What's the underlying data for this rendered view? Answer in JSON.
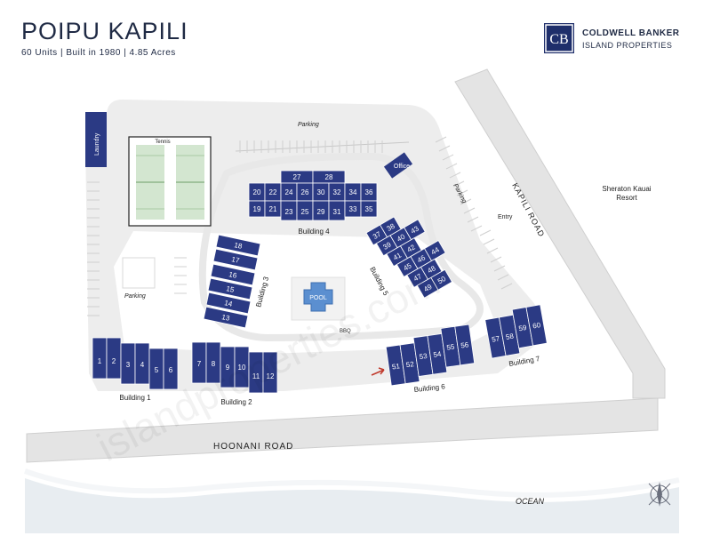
{
  "header": {
    "title": "POIPU KAPILI",
    "subtitle": "60 Units | Built in 1980 | 4.85 Acres"
  },
  "logo": {
    "line1": "COLDWELL BANKER",
    "line2": "ISLAND PROPERTIES",
    "icon": "cb-monogram-icon"
  },
  "map": {
    "roads": {
      "main": "HOONANI ROAD",
      "side": "KAPILI ROAD"
    },
    "labels": {
      "ocean": "OCEAN",
      "resort": "Sheraton Kauai\nResort",
      "entry": "Entry",
      "bbq": "BBQ",
      "pool": "POOL",
      "office": "Office",
      "laundry": "Laundry",
      "tennis": "Tennis",
      "parking": "Parking"
    },
    "buildings": {
      "b1": "Building 1",
      "b2": "Building 2",
      "b3": "Building 3",
      "b4": "Building 4",
      "b5": "Building 5",
      "b6": "Building 6",
      "b7": "Building 7"
    },
    "watermark": "islandproperties.com",
    "colors": {
      "unit": "#2b3a84",
      "path": "#ececec",
      "pool": "#5b8fd0",
      "tennis": "#d3e6d0",
      "ocean": "#e8edf1",
      "accent": "#c0392b"
    }
  }
}
